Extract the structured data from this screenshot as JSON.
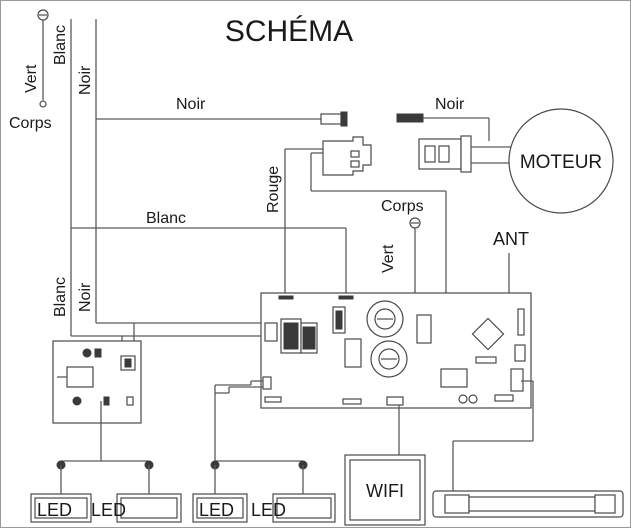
{
  "title": "SCHÉMA",
  "ground_top": {
    "left_labels": [
      "Vert",
      "Blanc"
    ],
    "bottom_label": "Corps"
  },
  "wires": {
    "noir_top_vertical": "Noir",
    "noir_top": "Noir",
    "noir_motor": "Noir",
    "blanc_mid": "Blanc",
    "rouge": "Rouge",
    "blanc_left": "Blanc",
    "noir_left": "Noir",
    "vert_board": "Vert"
  },
  "ground_board": {
    "label": "Corps"
  },
  "antenna": {
    "label": "ANT"
  },
  "motor": {
    "label": "MOTEUR"
  },
  "wifi": {
    "label": "WIFI"
  },
  "leds": [
    "LED",
    "LED",
    "LED",
    "LED"
  ]
}
